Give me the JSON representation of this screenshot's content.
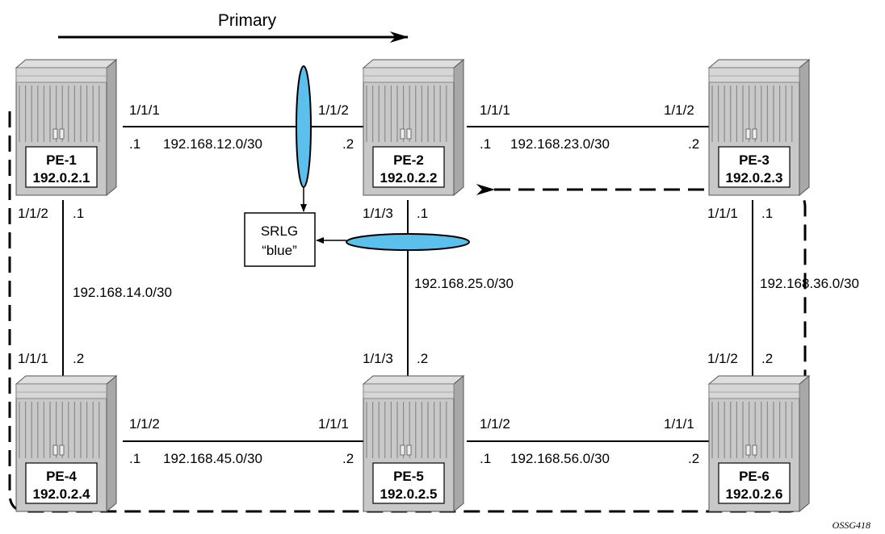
{
  "primary_label": "Primary",
  "figure_id": "OSSG418",
  "srlg": {
    "line1": "SRLG",
    "line2": "“blue”"
  },
  "routers": [
    {
      "id": "pe1",
      "name": "PE-1",
      "ip": "192.0.2.1"
    },
    {
      "id": "pe2",
      "name": "PE-2",
      "ip": "192.0.2.2"
    },
    {
      "id": "pe3",
      "name": "PE-3",
      "ip": "192.0.2.3"
    },
    {
      "id": "pe4",
      "name": "PE-4",
      "ip": "192.0.2.4"
    },
    {
      "id": "pe5",
      "name": "PE-5",
      "ip": "192.0.2.5"
    },
    {
      "id": "pe6",
      "name": "PE-6",
      "ip": "192.0.2.6"
    }
  ],
  "links": [
    {
      "id": "l12",
      "subnet": "192.168.12.0/30",
      "a_port": "1/1/1",
      "a_host": ".1",
      "b_port": "1/1/2",
      "b_host": ".2"
    },
    {
      "id": "l23",
      "subnet": "192.168.23.0/30",
      "a_port": "1/1/1",
      "a_host": ".1",
      "b_port": "1/1/2",
      "b_host": ".2"
    },
    {
      "id": "l14",
      "subnet": "192.168.14.0/30",
      "a_port": "1/1/2",
      "a_host": ".1",
      "b_port": "1/1/1",
      "b_host": ".2"
    },
    {
      "id": "l25",
      "subnet": "192.168.25.0/30",
      "a_port": "1/1/3",
      "a_host": ".1",
      "b_port": "1/1/3",
      "b_host": ".2"
    },
    {
      "id": "l36",
      "subnet": "192.168.36.0/30",
      "a_port": "1/1/1",
      "a_host": ".1",
      "b_port": "1/1/2",
      "b_host": ".2"
    },
    {
      "id": "l45",
      "subnet": "192.168.45.0/30",
      "a_port": "1/1/2",
      "a_host": ".1",
      "b_port": "1/1/1",
      "b_host": ".2"
    },
    {
      "id": "l56",
      "subnet": "192.168.56.0/30",
      "a_port": "1/1/2",
      "a_host": ".1",
      "b_port": "1/1/1",
      "b_host": ".2"
    }
  ],
  "colors": {
    "srlg_fill": "#5bc0eb",
    "router_body": "#c8c8c8",
    "line": "#000000"
  }
}
